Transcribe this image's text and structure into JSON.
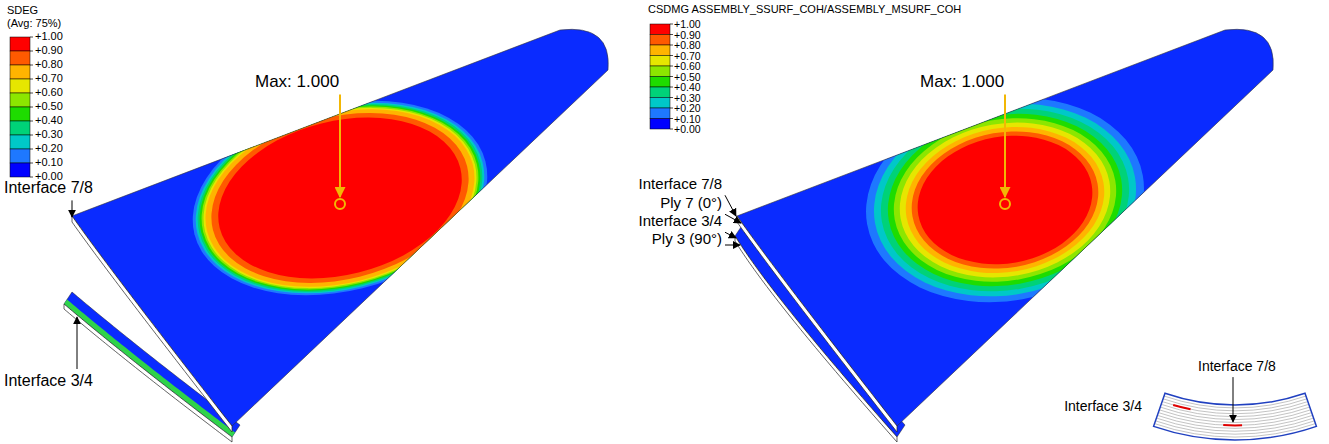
{
  "diagram": {
    "labels": [
      "SDEG",
      "(Avg: 75%)",
      "+1.00",
      "+0.90",
      "+0.80",
      "+0.70",
      "+0.60",
      "+0.50",
      "+0.40",
      "+0.30",
      "+0.20",
      "+0.10",
      "+0.00",
      "Max: 1.000",
      "Interface 7/8",
      "Interface 3/4",
      "CSDMG ASSEMBLY_SSURF_COH/ASSEMBLY_MSURF_COH",
      "+1.00",
      "+0.90",
      "+0.80",
      "+0.70",
      "+0.60",
      "+0.50",
      "+0.40",
      "+0.30",
      "+0.20",
      "+0.10",
      "+0.00",
      "Max: 1.000",
      "Interface 7/8",
      "Ply 7 (0°)",
      "Interface 3/4",
      "Ply 3 (90°)",
      "Interface 3/4",
      "Interface 7/8"
    ]
  }
}
